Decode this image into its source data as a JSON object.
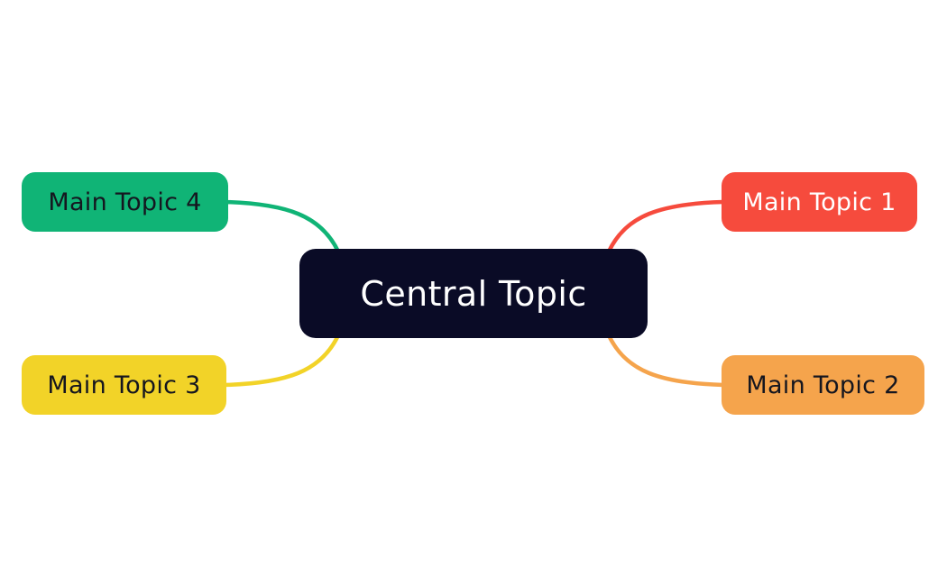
{
  "diagram": {
    "type": "mindmap",
    "background_color": "#ffffff",
    "central": {
      "label": "Central Topic",
      "color": "#0a0b26",
      "text_color": "#ffffff"
    },
    "topics": [
      {
        "id": "main-topic-1",
        "label": "Main Topic 1",
        "color": "#f64b3d",
        "text_color": "#ffffff",
        "position": "top-right"
      },
      {
        "id": "main-topic-2",
        "label": "Main Topic 2",
        "color": "#f5a44c",
        "text_color": "#15161f",
        "position": "bottom-right"
      },
      {
        "id": "main-topic-3",
        "label": "Main Topic 3",
        "color": "#f2d328",
        "text_color": "#15161f",
        "position": "bottom-left"
      },
      {
        "id": "main-topic-4",
        "label": "Main Topic 4",
        "color": "#10b476",
        "text_color": "#15161f",
        "position": "top-left"
      }
    ],
    "connections": [
      {
        "from": "Central Topic",
        "to": "Main Topic 1",
        "color": "#f64b3d"
      },
      {
        "from": "Central Topic",
        "to": "Main Topic 2",
        "color": "#f5a44c"
      },
      {
        "from": "Central Topic",
        "to": "Main Topic 3",
        "color": "#f2d328"
      },
      {
        "from": "Central Topic",
        "to": "Main Topic 4",
        "color": "#10b476"
      }
    ]
  }
}
